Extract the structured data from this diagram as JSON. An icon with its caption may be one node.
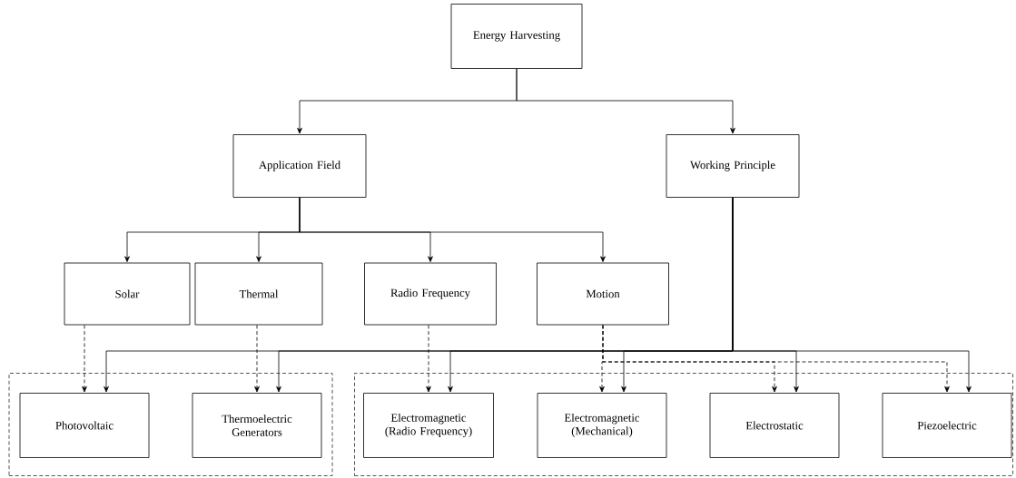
{
  "diagram": {
    "nodes": [
      {
        "text": [
          "Energy Harvesting"
        ]
      },
      {
        "text": [
          "Application Field"
        ]
      },
      {
        "text": [
          "Working Principle"
        ]
      },
      {
        "text": [
          "Solar"
        ]
      },
      {
        "text": [
          "Thermal"
        ]
      },
      {
        "text": [
          "Radio Frequency"
        ]
      },
      {
        "text": [
          "Motion"
        ]
      },
      {
        "text": [],
        "shape": "box"
      },
      {
        "text": [
          "Photovoltaic"
        ],
        "in": 7
      },
      {
        "text": [
          "Thermoelectric Generators"
        ],
        "in": 7
      },
      {
        "text": [],
        "shape": "box"
      },
      {
        "text": [
          "Electromagnetic (Radio Frequency)"
        ],
        "in": 10
      },
      {
        "text": [
          "Electromagnetic (Mechanical)"
        ],
        "in": 10
      },
      {
        "text": [
          "Electrostatic"
        ],
        "in": 10
      },
      {
        "text": [
          "Piezoelectric"
        ],
        "in": 10
      }
    ],
    "edges": [
      {
        "from": 0,
        "to": 1,
        "arrow": "to"
      },
      {
        "from": 0,
        "to": 2,
        "arrow": "to"
      },
      {
        "from": 1,
        "to": 3,
        "arrow": "to"
      },
      {
        "from": 1,
        "to": 4,
        "arrow": "to"
      },
      {
        "from": 1,
        "to": 5,
        "arrow": "to"
      },
      {
        "from": 1,
        "to": 6,
        "arrow": "to"
      },
      {
        "from": 3,
        "to": 8,
        "arrow": "to",
        "style": "dashed"
      },
      {
        "from": 4,
        "to": 9,
        "arrow": "to",
        "style": "dashed"
      },
      {
        "from": 5,
        "to": 11,
        "arrow": "to",
        "style": "dashed"
      },
      {
        "from": 6,
        "to": 12,
        "arrow": "to",
        "style": "dashed"
      },
      {
        "from": 6,
        "to": 13,
        "arrow": "to",
        "style": "dashed"
      },
      {
        "from": 6,
        "to": 14,
        "arrow": "to",
        "style": "dashed"
      },
      {
        "from": 2,
        "to": 8,
        "arrow": "to"
      },
      {
        "from": 2,
        "to": 9,
        "arrow": "to"
      },
      {
        "from": 2,
        "to": 11,
        "arrow": "to"
      },
      {
        "from": 2,
        "to": 12,
        "arrow": "to"
      },
      {
        "from": 2,
        "to": 13,
        "arrow": "to"
      },
      {
        "from": 2,
        "to": 14,
        "arrow": "to"
      }
    ]
  }
}
